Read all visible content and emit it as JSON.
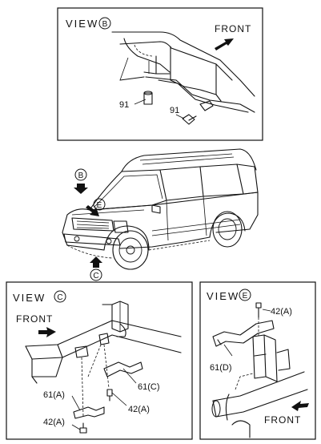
{
  "view_b": {
    "title": "VIEW",
    "marker": "B",
    "direction": "FRONT",
    "parts": [
      {
        "label": "91"
      },
      {
        "label": "91"
      }
    ]
  },
  "vehicle": {
    "markers": [
      "B",
      "E",
      "C"
    ]
  },
  "view_c": {
    "title": "VIEW",
    "marker": "C",
    "direction": "FRONT",
    "parts": [
      {
        "label": "61(C)"
      },
      {
        "label": "42(A)"
      },
      {
        "label": "61(A)"
      },
      {
        "label": "42(A)"
      }
    ]
  },
  "view_e": {
    "title": "VIEW",
    "marker": "E",
    "direction": "FRONT",
    "parts": [
      {
        "label": "42(A)"
      },
      {
        "label": "61(D)"
      }
    ]
  }
}
